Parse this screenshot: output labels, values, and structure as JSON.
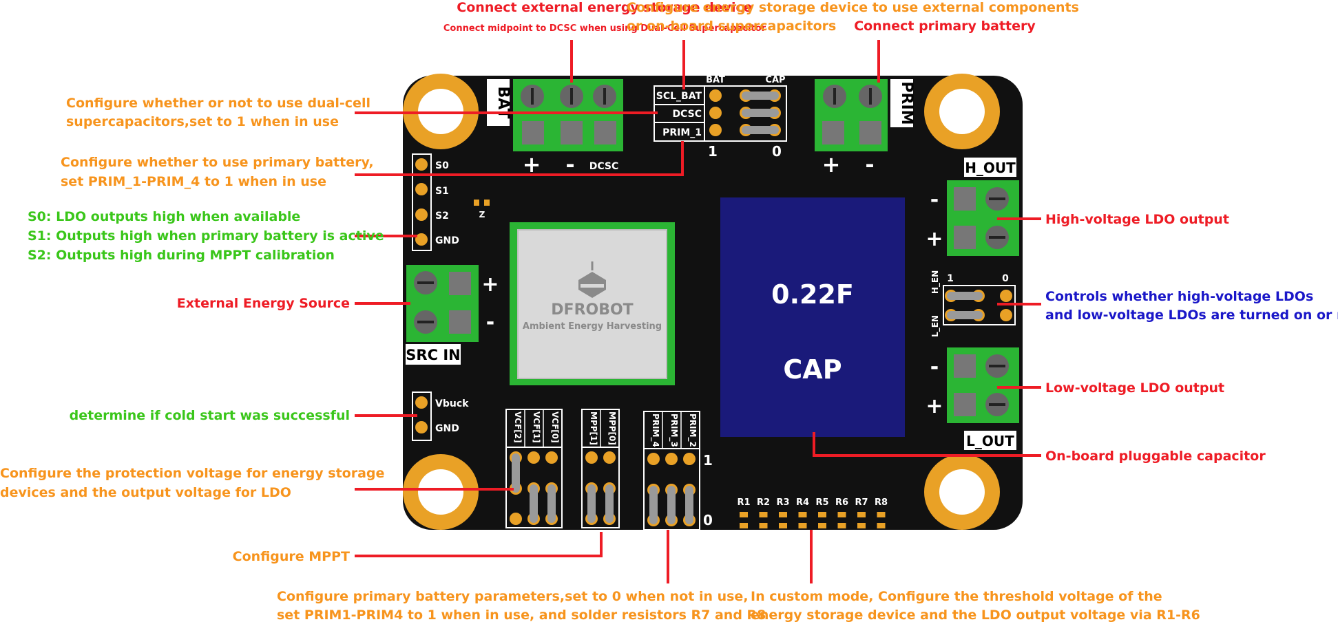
{
  "colors": {
    "red": "#ee1c25",
    "orange": "#f7941d",
    "green": "#3ac61a",
    "blue": "#1a17c8",
    "board": "#111111",
    "terminal": "#2bb534",
    "gold": "#e9a126",
    "cap": "#1a1a7a"
  },
  "callouts": {
    "ext_storage_title": "Connect external energy storage device",
    "ext_storage_sub": "Connect midpoint to DCSC when using Dual-Cell Supercapacitor",
    "cfg_storage_1": "Configure energy storage device to use external components",
    "cfg_storage_2": "or on-board supercapacitors",
    "primary_battery": "Connect primary battery",
    "dual_cell_1": "Configure whether or not to use dual-cell",
    "dual_cell_2": "supercapacitors,set to 1 when in use",
    "use_primary_1": "Configure whether to use  primary battery,",
    "use_primary_2": "set PRIM_1-PRIM_4 to 1 when in use",
    "s0": "S0: LDO outputs high when available",
    "s1": "S1: Outputs high when primary battery is active",
    "s2": "S2: Outputs high during MPPT calibration",
    "ext_source": "External Energy Source",
    "cold_start": "determine if cold start was successful",
    "protection_1": "Configure the protection voltage for energy storage",
    "protection_2": "devices and the output voltage for LDO",
    "mppt": "Configure MPPT",
    "prim_params_1": "Configure primary battery parameters,set to 0 when not in use,",
    "prim_params_2": "set PRIM1-PRIM4 to 1 when in use, and solder resistors R7 and R8",
    "custom_1": "In custom mode, Configure the threshold voltage of the",
    "custom_2": "energy storage device and the LDO output voltage via R1-R6",
    "hv_ldo": "High-voltage LDO output",
    "ldo_ctrl_1": "Controls whether high-voltage LDOs",
    "ldo_ctrl_2": "and low-voltage LDOs are turned on or not",
    "lv_ldo": "Low-voltage LDO output",
    "pluggable_cap": "On-board pluggable capacitor"
  },
  "board": {
    "bat": "BAT",
    "prim": "PRIM",
    "plus": "+",
    "minus": "-",
    "dcsc_term": "DCSC",
    "scl_bat": "SCL_BAT",
    "dcsc": "DCSC",
    "prim_1": "PRIM_1",
    "col_bat": "BAT",
    "col_cap": "CAP",
    "one": "1",
    "zero": "0",
    "s0": "S0",
    "s1": "S1",
    "s2": "S2",
    "gnd": "GND",
    "z": "Z",
    "src_in": "SRC IN",
    "vbuck": "Vbuck",
    "gnd2": "GND",
    "h_out": "H_OUT",
    "l_out": "L_OUT",
    "h_en": "H_EN",
    "l_en": "L_EN",
    "cap_value": "0.22F",
    "cap_name": "CAP",
    "chip_brand": "DFROBOT",
    "chip_sub": "Ambient Energy Harvesting",
    "vcf": [
      "VCF[2]",
      "VCF[1]",
      "VCF[0]"
    ],
    "mpp": [
      "MPP[1]",
      "MPP[0]"
    ],
    "prim_cols": [
      "PRIM_4",
      "PRIM_3",
      "PRIM_2"
    ],
    "resistors": [
      "R1",
      "R2",
      "R3",
      "R4",
      "R5",
      "R6",
      "R7",
      "R8"
    ]
  }
}
